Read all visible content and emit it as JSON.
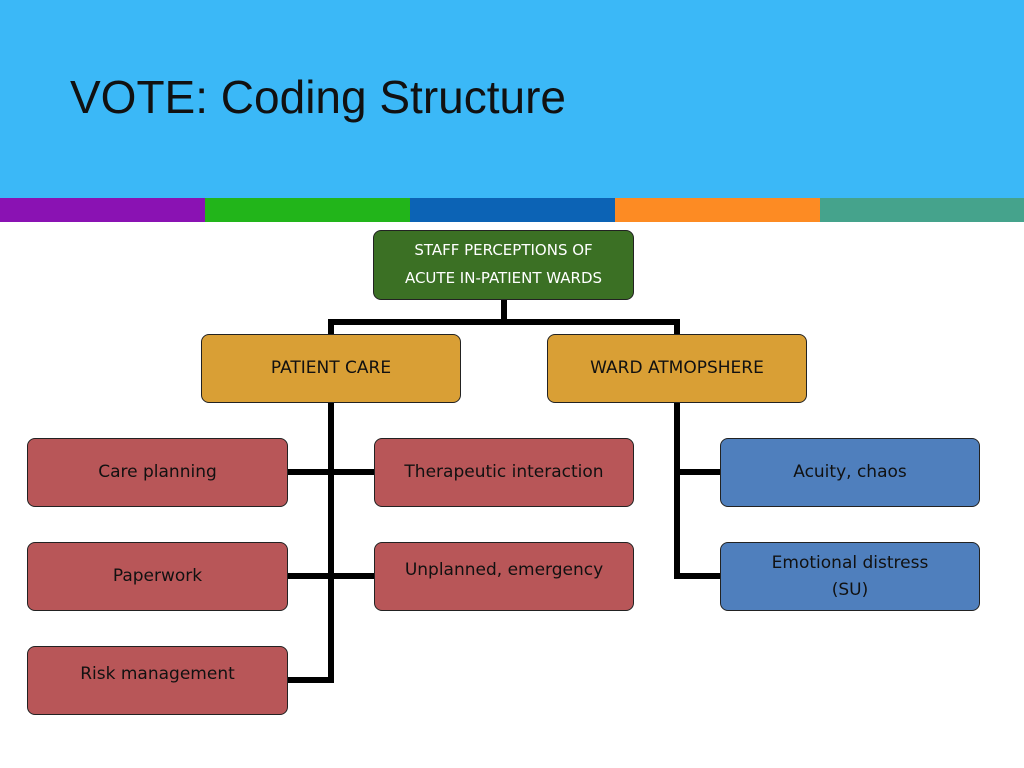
{
  "title": "VOTE: Coding Structure",
  "colors": {
    "header": "#3bb8f7",
    "stripes": [
      "#8a12b3",
      "#22b51a",
      "#0c63b5",
      "#fd8b23",
      "#45a38c"
    ],
    "root": "#3b7024",
    "category": "#d99f35",
    "patient_care_item": "#b85658",
    "ward_atmosphere_item": "#4f7fbd"
  },
  "diagram": {
    "root": {
      "label": "STAFF PERCEPTIONS OF\nACUTE IN-PATIENT WARDS"
    },
    "patient_care": {
      "label": "PATIENT CARE",
      "children": [
        "Care planning",
        "Therapeutic interaction",
        "Paperwork",
        "Unplanned, emergency",
        "Risk management"
      ]
    },
    "ward_atmosphere": {
      "label": "WARD ATMOPSHERE",
      "children": [
        "Acuity, chaos",
        "Emotional distress\n(SU)"
      ]
    }
  }
}
